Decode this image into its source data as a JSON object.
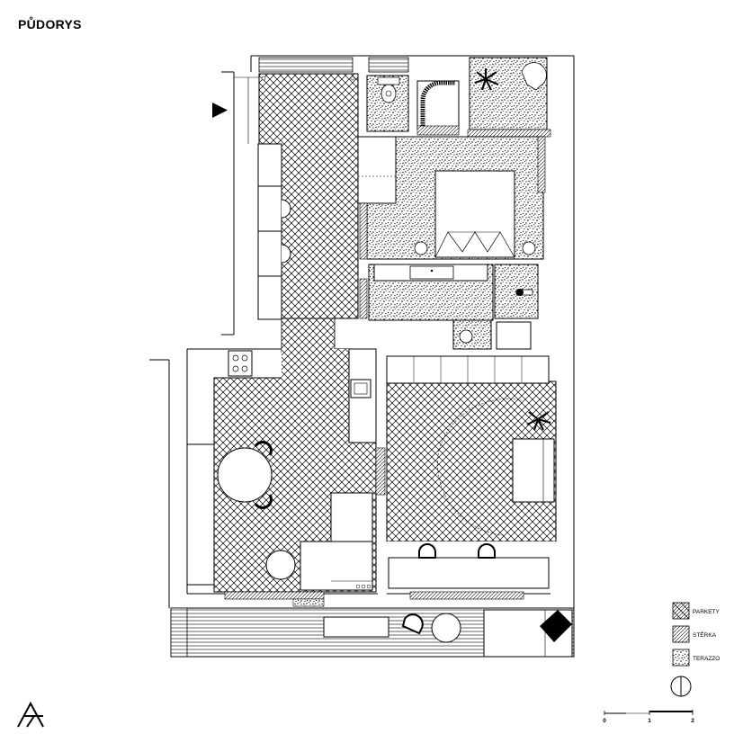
{
  "title": "PŮDORYS",
  "legend": [
    {
      "key": "parkety",
      "label": "PARKETY",
      "pattern": "herringbone"
    },
    {
      "key": "sterka",
      "label": "STĚRKA",
      "pattern": "hatch"
    },
    {
      "key": "terazzo",
      "label": "TERAZZO",
      "pattern": "speckle"
    }
  ],
  "scale": {
    "labels": [
      "0",
      "1",
      "2"
    ]
  },
  "colors": {
    "line": "#000000",
    "background": "#ffffff"
  },
  "icons": [
    "entrance-arrow-icon",
    "north-arrow-icon",
    "architect-logo-icon",
    "plant-icon"
  ]
}
